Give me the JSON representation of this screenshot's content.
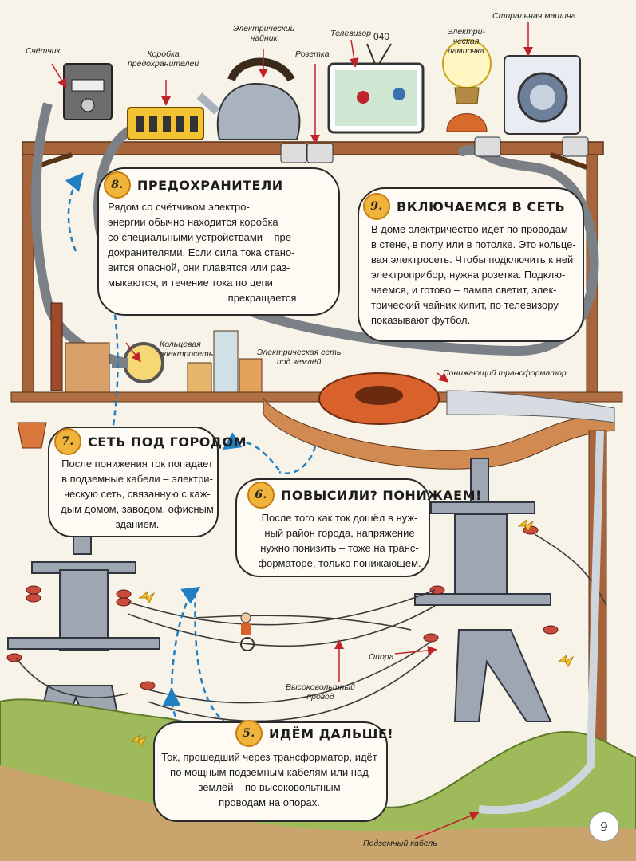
{
  "labels": {
    "meter": "Счётчик",
    "fuse_box": [
      "Коробка",
      "предохранителей"
    ],
    "kettle": [
      "Электрический",
      "чайник"
    ],
    "socket": "Розетка",
    "tv": "Телевизор",
    "bulb": [
      "Электри-",
      "ческая",
      "лампочка"
    ],
    "washer": "Стиральная машина",
    "ring_main": [
      "Кольцевая",
      "электросеть"
    ],
    "underground_grid": [
      "Электрическая сеть",
      "под землёй"
    ],
    "step_down": "Понижающий трансформатор",
    "pylon": "Опора",
    "hv_wire": [
      "Высоковольтный",
      "провод"
    ],
    "cable": "Подземный кабель"
  },
  "sections": {
    "s8": {
      "number": "8.",
      "title": "Предохранители",
      "lines": [
        "Рядом со счётчиком электро-",
        "энергии обычно находится коробка",
        "со специальными устройствами – пре-",
        "дохранителями. Если сила тока стано-",
        "вится опасной, они плавятся или раз-",
        "мыкаются, и течение тока по цепи",
        "прекращается."
      ]
    },
    "s9": {
      "number": "9.",
      "title": "Включаемся в сеть",
      "lines": [
        "В доме электричество идёт по проводам",
        "в стене, в полу или в потолке. Это кольце-",
        "вая электросеть. Чтобы подключить к ней",
        "электроприбор, нужна розетка. Подклю-",
        "чаемся, и готово – лампа светит, элек-",
        "трический чайник кипит, по телевизору",
        "показывают футбол."
      ]
    },
    "s7": {
      "number": "7.",
      "title": "Сеть под городом",
      "lines": [
        "После понижения ток попадает",
        "в подземные кабели – электри-",
        "ческую сеть, связанную с каж-",
        "дым домом, заводом, офисным",
        "зданием."
      ]
    },
    "s6": {
      "number": "6.",
      "title": "Повысили? Понижаем!",
      "lines": [
        "После того как ток дошёл в нуж-",
        "ный район города, напряжение",
        "нужно понизить – тоже на транс-",
        "форматоре, только понижающем."
      ]
    },
    "s5": {
      "number": "5.",
      "title": "Идём дальше!",
      "lines": [
        "Ток, прошедший через трансформатор, идёт",
        "по мощным подземным кабелям или над",
        "землёй – по высоковольтным",
        "проводам на опорах."
      ]
    }
  },
  "tv_number": "040",
  "page_number": "9"
}
